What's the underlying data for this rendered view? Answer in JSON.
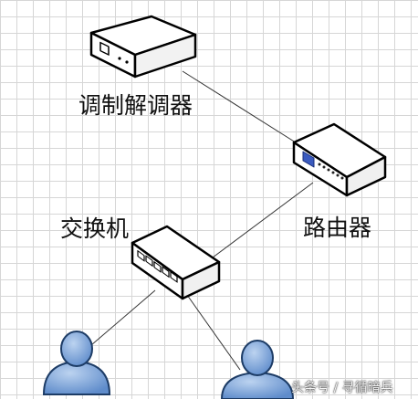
{
  "labels": {
    "modem": "调制解调器",
    "router": "路由器",
    "switch": "交换机"
  },
  "watermark": "头条号 / 寻循暗兵",
  "colors": {
    "device_fill": "#ffffff",
    "device_outline": "#000000",
    "user_fill": "#7fa6d9",
    "user_outline": "#1d3c66",
    "link": "#333333",
    "grid": "#d6d6d6"
  },
  "icons": [
    "modem-icon",
    "router-icon",
    "switch-icon",
    "user-icon",
    "user-icon"
  ]
}
